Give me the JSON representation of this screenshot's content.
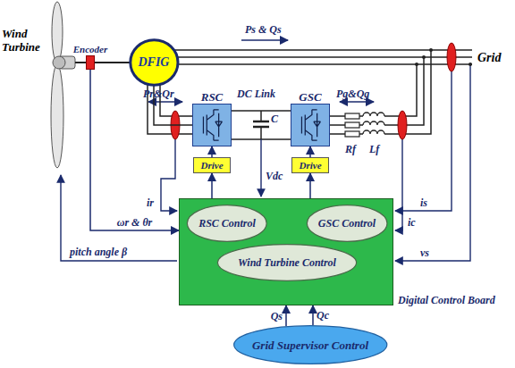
{
  "diagram": {
    "nodes": [
      {
        "text": [
          "Encoder"
        ]
      },
      {
        "text": [
          "DFIG"
        ]
      },
      {
        "text": [
          "RSC"
        ]
      },
      {
        "text": [
          "GSC"
        ]
      },
      {
        "text": [
          "Drive"
        ]
      },
      {
        "text": [
          "Drive"
        ]
      },
      {
        "text": [
          "Digital Control Board"
        ]
      },
      {
        "text": [
          "RSC Control"
        ],
        "in": 6
      },
      {
        "text": [
          "GSC Control"
        ],
        "in": 6
      },
      {
        "text": [
          "Wind Turbine Control"
        ],
        "in": 6
      },
      {
        "text": [
          "Grid Supervisor Control"
        ]
      }
    ],
    "edges": [
      {
        "from": 0,
        "to": 6,
        "arrow": "to",
        "label": "ωr & θr"
      },
      {
        "from": 1,
        "to": 2,
        "arrow": "none"
      },
      {
        "from": 2,
        "to": 3,
        "arrow": "none"
      },
      {
        "from": 6,
        "to": 4,
        "arrow": "to"
      },
      {
        "from": 6,
        "to": 5,
        "arrow": "to"
      },
      {
        "from": 4,
        "to": 2,
        "arrow": "to"
      },
      {
        "from": 5,
        "to": 3,
        "arrow": "to"
      },
      {
        "from": 10,
        "to": 6,
        "arrow": "to",
        "label": "Qs"
      },
      {
        "from": 10,
        "to": 6,
        "arrow": "to",
        "label": "Qc"
      }
    ],
    "labels": [
      "Wind Turbine",
      "Ps & Qs",
      "Grid",
      "Pr&Qr",
      "DC Link",
      "C",
      "Pg&Qg",
      "Rf",
      "Lf",
      "Vdc",
      "ir",
      "pitch angle β",
      "is",
      "ic",
      "vs"
    ]
  }
}
